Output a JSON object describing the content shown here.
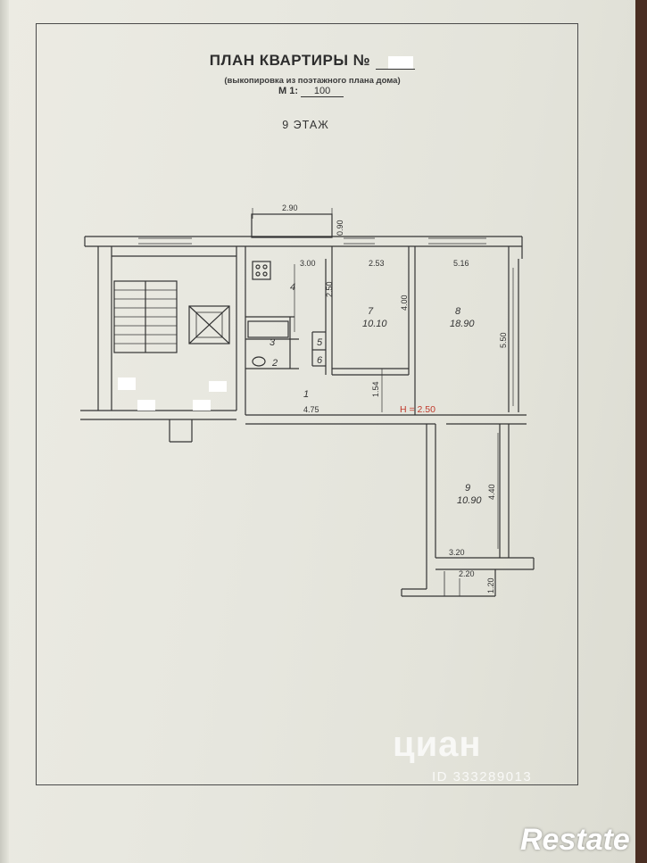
{
  "header": {
    "title": "ПЛАН КВАРТИРЫ №",
    "subtitle": "(выкопировка из поэтажного плана дома)",
    "scale_label": "М 1:",
    "scale_value": "100",
    "floor": "9 ЭТАЖ"
  },
  "rooms": [
    {
      "number": "1",
      "area": ""
    },
    {
      "number": "2",
      "area": ""
    },
    {
      "number": "3",
      "area": ""
    },
    {
      "number": "4",
      "area": ""
    },
    {
      "number": "5",
      "area": ""
    },
    {
      "number": "6",
      "area": ""
    },
    {
      "number": "7",
      "area": "10.10"
    },
    {
      "number": "8",
      "area": "18.90"
    },
    {
      "number": "9",
      "area": "10.90"
    }
  ],
  "dimensions": {
    "balcony_width": "2.90",
    "balcony_depth": "0.90",
    "kitchen_width": "3.00",
    "kitchen_depth": "2.50",
    "room7_width": "2.53",
    "room7_depth": "4.00",
    "room8_width": "5.16",
    "room8_depth": "5.50",
    "hall_length": "4.75",
    "hall_depth": "1.54",
    "room9_depth": "4.40",
    "lower_width": "3.20",
    "lower_balcony_width": "2.20",
    "lower_balcony_depth": "1.20"
  },
  "ceiling_height": "H = 2.50",
  "watermark": {
    "logo": "циан",
    "id": "ID 333289013"
  },
  "brand": "Restate",
  "colors": {
    "paper": "#e7e7df",
    "ink": "#333333",
    "ceiling_height": "#c0392b"
  }
}
